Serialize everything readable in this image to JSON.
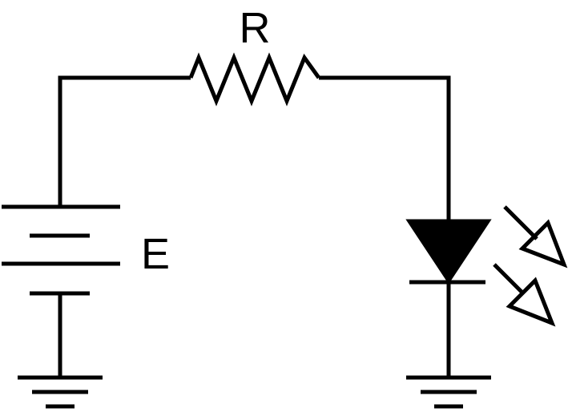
{
  "diagram": {
    "labels": {
      "resistor": "R",
      "battery": "E"
    },
    "components": [
      {
        "name": "battery",
        "type": "dc-voltage-source"
      },
      {
        "name": "resistor",
        "type": "resistor"
      },
      {
        "name": "led",
        "type": "light-emitting-diode"
      },
      {
        "name": "ground-left",
        "type": "ground"
      },
      {
        "name": "ground-right",
        "type": "ground"
      }
    ],
    "colors": {
      "stroke": "#000000",
      "background": "#ffffff"
    }
  }
}
